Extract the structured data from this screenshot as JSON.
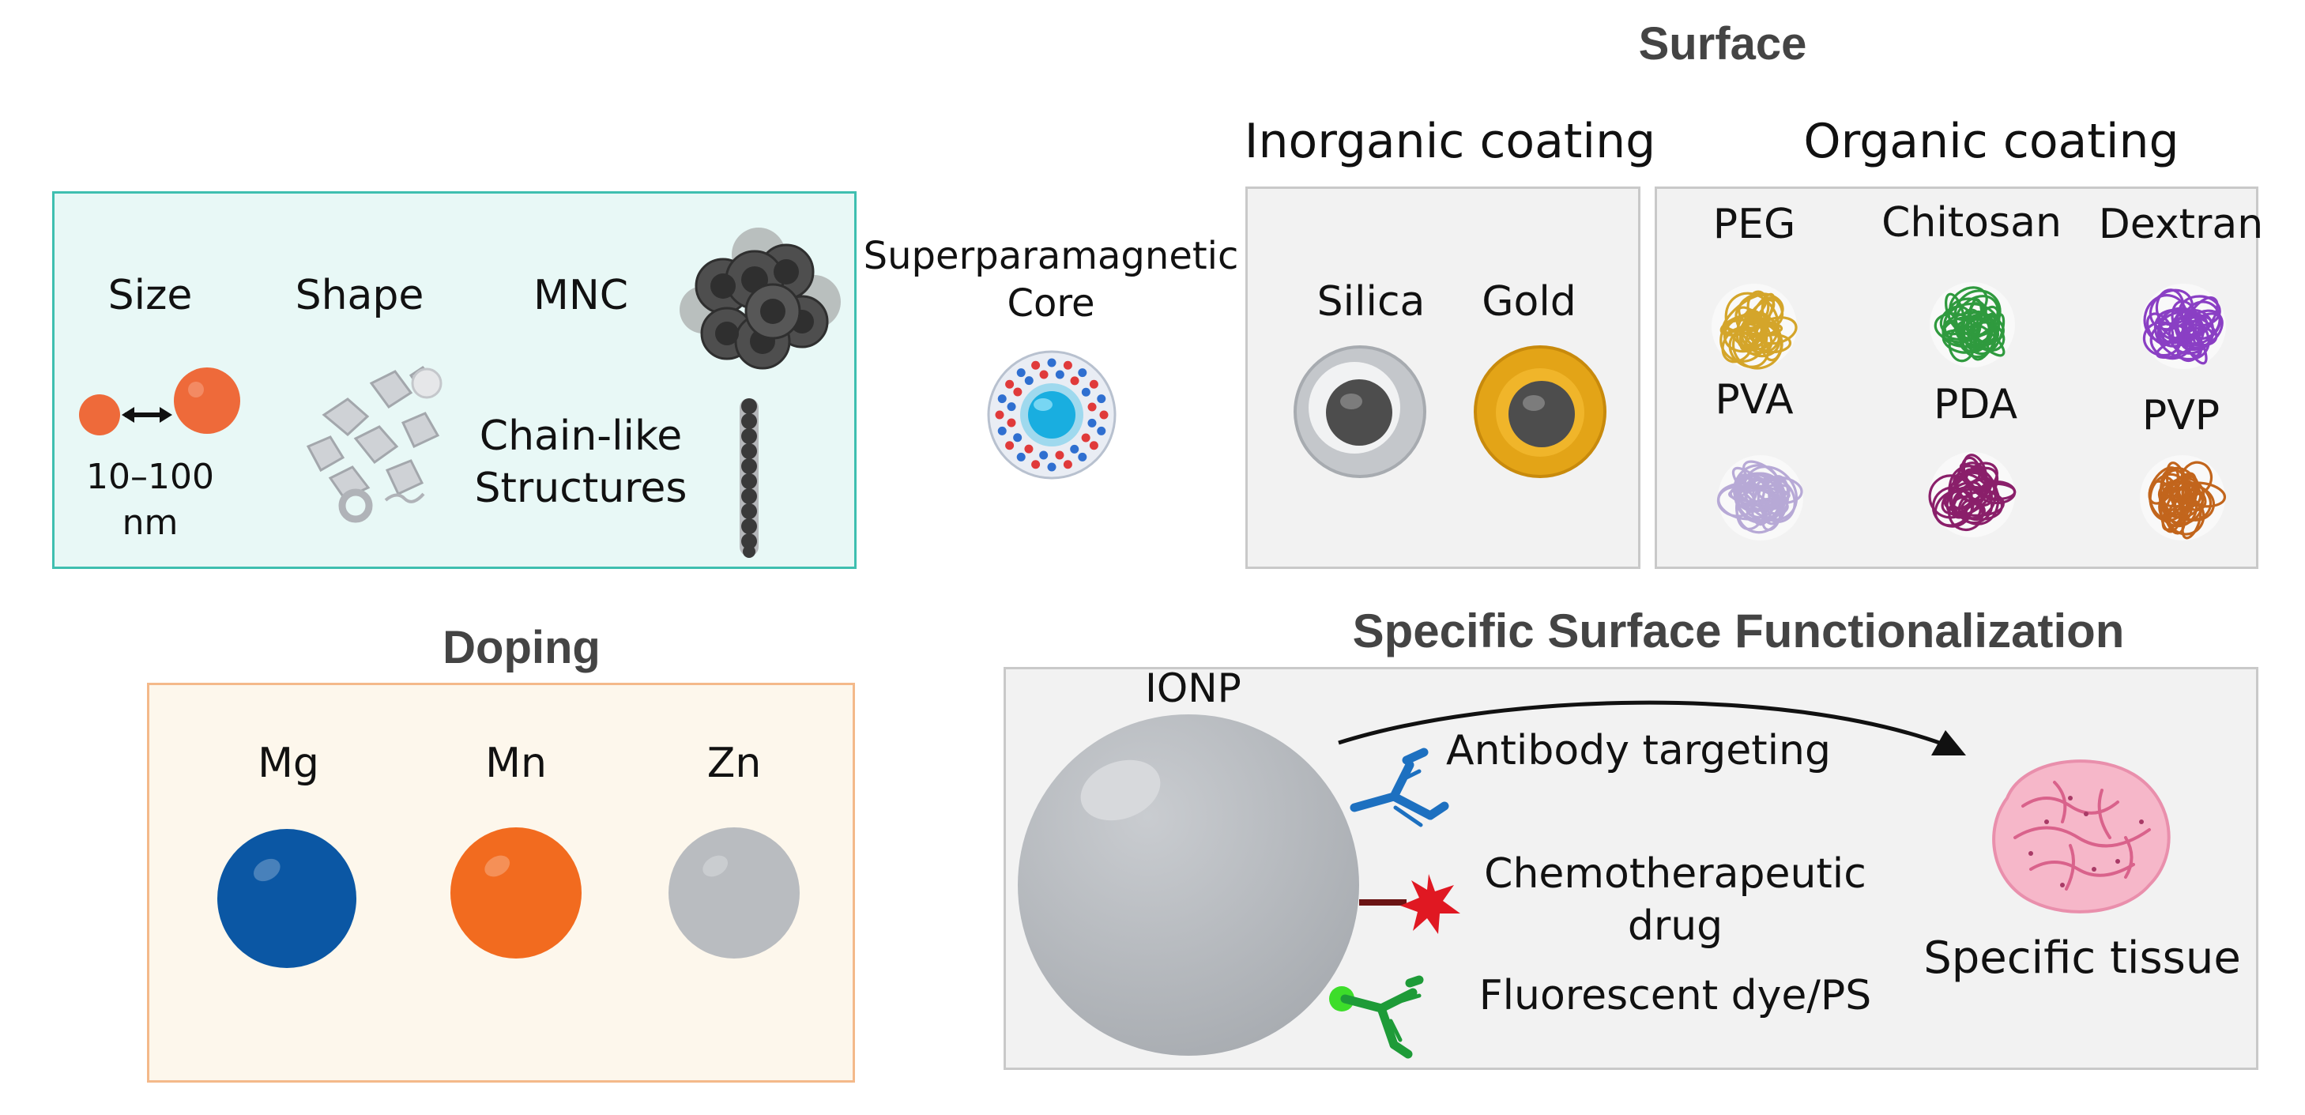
{
  "headings": {
    "surface": "Surface",
    "doping": "Doping",
    "functionalization": "Specific Surface Functionalization"
  },
  "properties_panel": {
    "size": "Size",
    "shape": "Shape",
    "mnc": "MNC",
    "size_range_line1": "10–100",
    "size_range_line2": "nm",
    "chain_line1": "Chain-like",
    "chain_line2": "Structures",
    "accent_color": "#3fbfb0",
    "background_color": "#e8f8f6"
  },
  "core": {
    "label_line1": "Superparamagnetic",
    "label_line2": "Core"
  },
  "inorganic": {
    "title": "Inorganic coating",
    "silica": "Silica",
    "gold": "Gold"
  },
  "organic": {
    "title": "Organic coating",
    "items": [
      {
        "label": "PEG",
        "color": "#d4a52a"
      },
      {
        "label": "Chitosan",
        "color": "#2f9a3e"
      },
      {
        "label": "Dextran",
        "color": "#8a3fc4"
      },
      {
        "label": "PVA",
        "color": "#b7a9d6"
      },
      {
        "label": "PDA",
        "color": "#8a1f6a"
      },
      {
        "label": "PVP",
        "color": "#c2651c"
      }
    ]
  },
  "doping": {
    "items": [
      {
        "label": "Mg",
        "color": "#0b57a4"
      },
      {
        "label": "Mn",
        "color": "#f26b1f"
      },
      {
        "label": "Zn",
        "color": "#b9bcc0"
      }
    ],
    "border_color": "#f4b98a",
    "background_color": "#fdf7ec"
  },
  "functionalization": {
    "ionp": "IONP",
    "antibody": "Antibody targeting",
    "drug_line1": "Chemotherapeutic",
    "drug_line2": "drug",
    "dye": "Fluorescent dye/PS",
    "tissue": "Specific tissue"
  }
}
